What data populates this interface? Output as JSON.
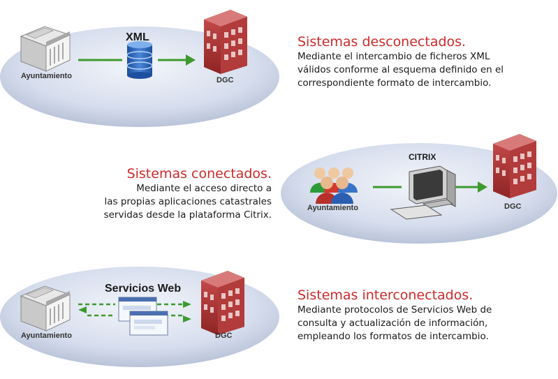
{
  "sections": [
    {
      "title": "Sistemas desconectados.",
      "description": [
        "Mediante el intercambio de ficheros XML",
        "válidos conforme al esquema definido en el",
        "correspondiente formato de intercambio."
      ],
      "diagram": {
        "left_label": "Ayuntamiento",
        "center_label": "XML",
        "right_label": "DGC"
      }
    },
    {
      "title": "Sistemas conectados.",
      "description": [
        "Mediante el acceso directo a",
        "las propias aplicaciones catastrales",
        "servidas desde la plataforma Citrix."
      ],
      "diagram": {
        "left_label": "Ayuntamiento",
        "center_label": "CITRIX",
        "right_label": "DGC"
      }
    },
    {
      "title": "Sistemas interconectados.",
      "description": [
        "Mediante protocolos de Servicios Web de",
        "consulta y actualización de información,",
        "empleando los formatos de intercambio."
      ],
      "diagram": {
        "left_label": "Ayuntamiento",
        "center_label": "Servicios Web",
        "right_label": "DGC"
      }
    }
  ],
  "colors": {
    "title": "#cc2a2a",
    "arrow": "#3d9a2e",
    "building": "#b53a3a",
    "disc": "#cdd6e6"
  }
}
